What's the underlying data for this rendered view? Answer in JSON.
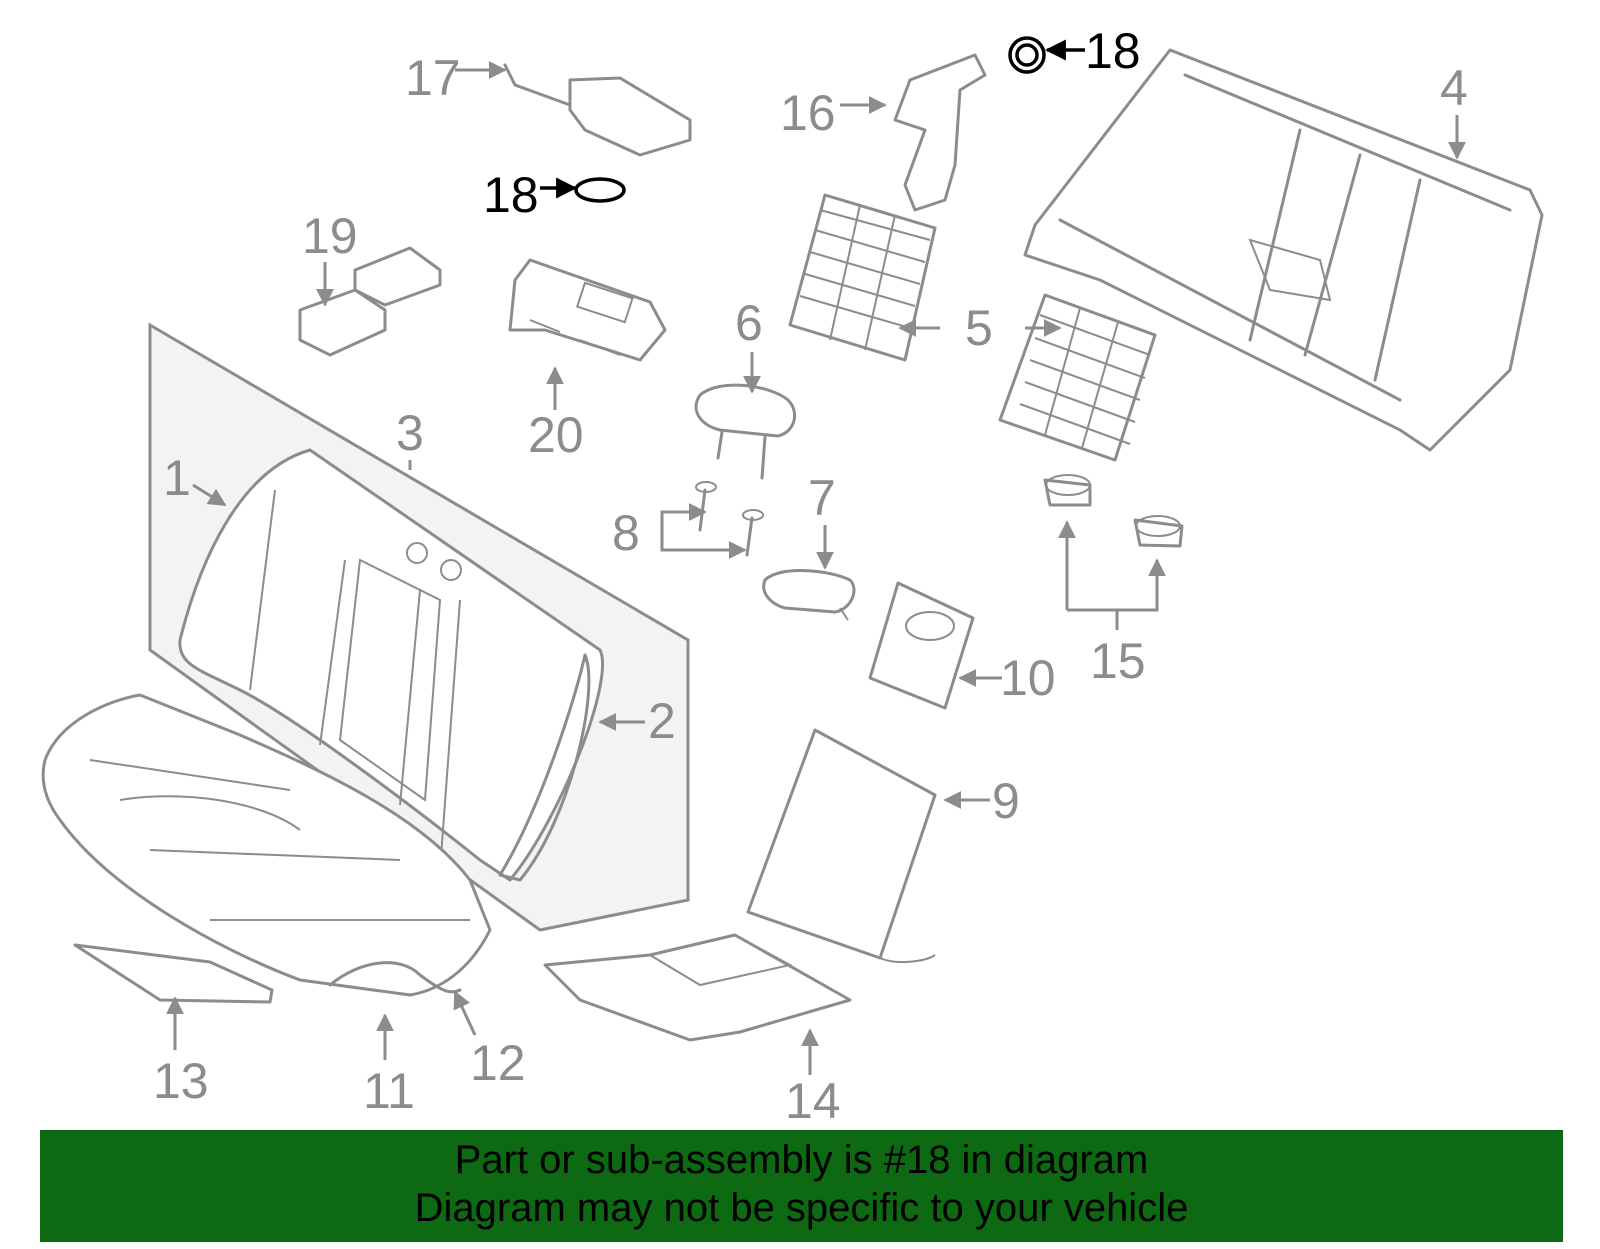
{
  "callouts": {
    "c1": "1",
    "c2": "2",
    "c3": "3",
    "c4": "4",
    "c5": "5",
    "c6": "6",
    "c7": "7",
    "c8": "8",
    "c9": "9",
    "c10": "10",
    "c11": "11",
    "c12": "12",
    "c13": "13",
    "c14": "14",
    "c15": "15",
    "c16": "16",
    "c17": "17",
    "c18a": "18",
    "c18b": "18",
    "c19": "19",
    "c20": "20"
  },
  "highlighted_part": "18",
  "colors": {
    "line": "#8c8c8c",
    "highlight": "#000000",
    "banner": "#0d6a12"
  },
  "banner": {
    "line1": "Part or sub-assembly is #18 in diagram",
    "line2": "Diagram may not be specific to your vehicle"
  }
}
